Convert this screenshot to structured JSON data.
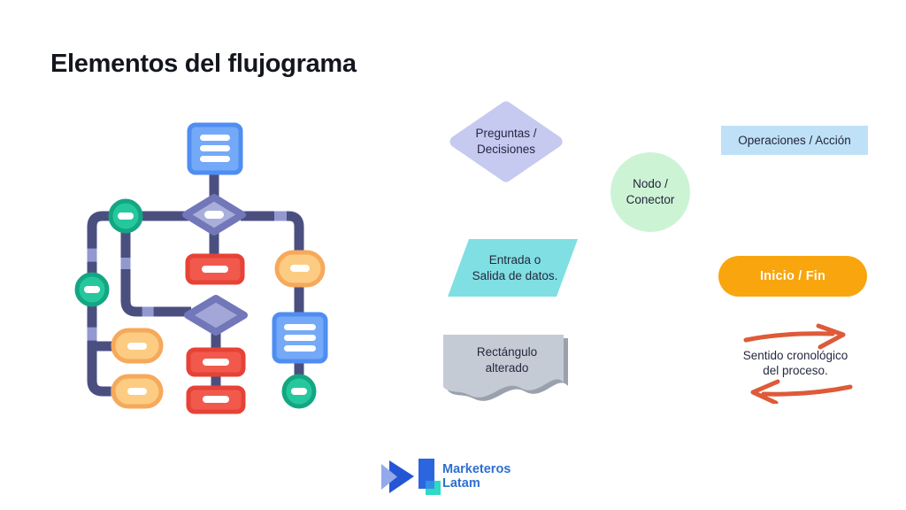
{
  "title": "Elementos del flujograma",
  "legend": {
    "preguntas": {
      "label": "Preguntas /\nDecisiones",
      "color": "#c6c9f0"
    },
    "operaciones": {
      "label": "Operaciones / Acción",
      "color": "#bfe1f8"
    },
    "nodo": {
      "label": "Nodo /\nConector",
      "color": "#cdf3d5"
    },
    "entrada": {
      "label": "Entrada o\nSalida de datos.",
      "color": "#7fdfe2"
    },
    "inicio": {
      "label": "Inicio / Fin",
      "color": "#f8a50e",
      "text_color": "#ffffff"
    },
    "rectangulo": {
      "label": "Rectángulo\nalterado",
      "color": "#c5cbd4",
      "shadow_color": "#9aa1ad"
    },
    "sentido": {
      "label": "Sentido cronológico\ndel proceso.",
      "arrow_color": "#de5a38"
    }
  },
  "illustration": {
    "name": "flowchart-example",
    "colors": {
      "connector_dark": "#4b4f80",
      "connector_light": "#9298d0",
      "process_fill": "#74a9f8",
      "process_border": "#4f8df2",
      "decision_fill": "#a9aeda",
      "decision_border": "#7177b8",
      "terminator_fill": "#fccc82",
      "terminator_border": "#f6a95b",
      "action_fill": "#f1594c",
      "action_border": "#e64236",
      "node_fill": "#25c89c",
      "node_border": "#14a682"
    }
  },
  "logo": {
    "line1": "Marketeros",
    "line2": "Latam",
    "text_color": "#2e6fd0"
  }
}
